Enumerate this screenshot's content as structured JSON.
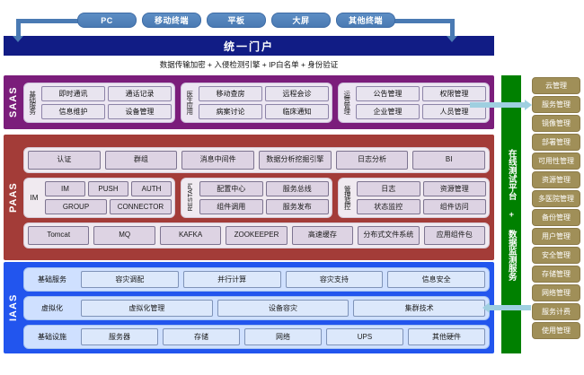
{
  "terminals": {
    "items": [
      {
        "label": "PC"
      },
      {
        "label": "移动终端"
      },
      {
        "label": "平板"
      },
      {
        "label": "大屏"
      },
      {
        "label": "其他终端"
      }
    ]
  },
  "portal": {
    "title": "统一门户",
    "subtitle": "数据传输加密 + 入侵检测引擎 + IP白名单 + 身份验证"
  },
  "layers": {
    "saas": {
      "tag": "SAAS",
      "color": "#7b1d7b",
      "groups": [
        {
          "tag": "基础服务",
          "cells": [
            "即时通讯",
            "通话记录",
            "信息维护",
            "设备管理"
          ]
        },
        {
          "tag": "医生应用",
          "cells": [
            "移动查房",
            "远程会诊",
            "病案讨论",
            "临床通知"
          ]
        },
        {
          "tag": "运营管理",
          "cells": [
            "公告管理",
            "权限管理",
            "企业管理",
            "人员管理"
          ]
        }
      ]
    },
    "paas": {
      "tag": "PAAS",
      "color": "#a33c38",
      "row_top": [
        "认证",
        "群组",
        "消息中间件",
        "数据分析\n挖掘引擎",
        "日志分析",
        "BI"
      ],
      "row_top_cells": [
        {
          "label": "认证"
        },
        {
          "label": "群组"
        },
        {
          "label": "消息中间件"
        },
        {
          "label": "数据分析挖掘引擎"
        },
        {
          "label": "日志分析"
        },
        {
          "label": "BI"
        }
      ],
      "mid_groups": [
        {
          "tag": "IM",
          "tag_style": "horizontal",
          "cells": [
            "IM",
            "PUSH",
            "AUTH",
            "GROUP",
            "CONNECTOR"
          ]
        },
        {
          "tag": "RESTAPI",
          "tag_style": "vertical-rot",
          "cells": [
            "配置中心",
            "服务总线",
            "组件调用",
            "服务发布"
          ]
        },
        {
          "tag": "管理监控",
          "tag_style": "vertical-upright",
          "cells": [
            "日志",
            "资源管理",
            "状态监控",
            "组件访问"
          ]
        }
      ],
      "row_bottom_cells": [
        {
          "label": "Tomcat"
        },
        {
          "label": "MQ"
        },
        {
          "label": "KAFKA"
        },
        {
          "label": "ZOOKEEPER"
        },
        {
          "label": "高速缓存"
        },
        {
          "label": "分布式文件系统"
        },
        {
          "label": "应用组件包"
        }
      ]
    },
    "iaas": {
      "tag": "IAAS",
      "color": "#2255ee",
      "rows": [
        {
          "tag": "基础服务",
          "cells": [
            "容灾调配",
            "并行计算",
            "容灾支持",
            "信息安全"
          ]
        },
        {
          "tag": "虚拟化",
          "cells": [
            "虚拟化管理",
            "设备容灾",
            "集群技术"
          ]
        },
        {
          "tag": "基础设施",
          "cells": [
            "服务器",
            "存储",
            "网络",
            "UPS",
            "其他硬件"
          ]
        }
      ]
    }
  },
  "green_bar": {
    "label": "在线测试平台 + 数据监测服务",
    "color": "#008000"
  },
  "sidebar": {
    "color": "#a08f58",
    "items": [
      {
        "label": "云管理"
      },
      {
        "label": "服务管理"
      },
      {
        "label": "镜像管理"
      },
      {
        "label": "部署管理"
      },
      {
        "label": "可用性管理"
      },
      {
        "label": "资源管理"
      },
      {
        "label": "多医院管理"
      },
      {
        "label": "备份管理"
      },
      {
        "label": "用户管理"
      },
      {
        "label": "安全管理"
      },
      {
        "label": "存储管理"
      },
      {
        "label": "网络管理"
      },
      {
        "label": "服务计费"
      },
      {
        "label": "使用管理"
      }
    ]
  },
  "connectors": {
    "accent": "#9fcfe0",
    "bracket": "#4a7ab3"
  }
}
